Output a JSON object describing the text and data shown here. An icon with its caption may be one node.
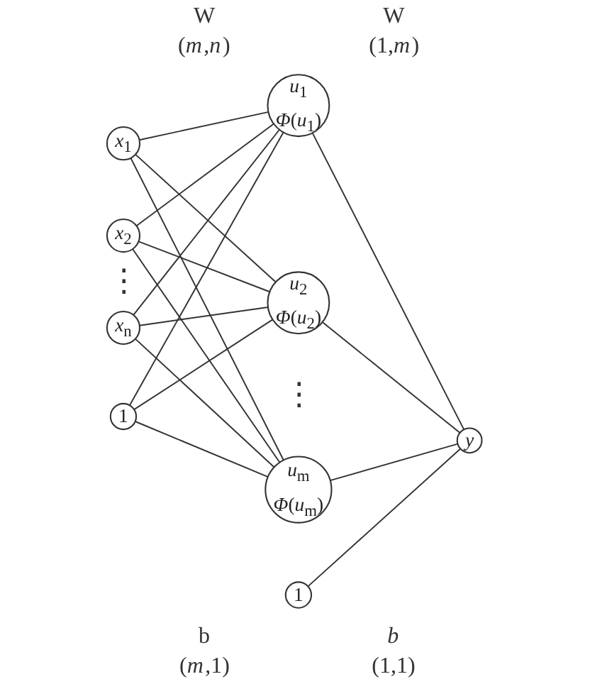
{
  "diagram": {
    "nodes": [
      {
        "text": [
          "*x*$_{1}$"
        ]
      },
      {
        "text": [
          "*x*$_{2}$"
        ]
      },
      {
        "text": [
          "*x*$_{n}$"
        ]
      },
      {
        "text": [
          "1"
        ]
      },
      {
        "text": [
          "*u*$_{1}$",
          "*Φ*(*u*$_{1}$)"
        ]
      },
      {
        "text": [
          "*u*$_{2}$",
          "*Φ*(*u*$_{2}$)"
        ]
      },
      {
        "text": [
          "*u*$_{m}$",
          "*Φ*(*u*$_{m}$)"
        ]
      },
      {
        "text": [
          "1"
        ]
      },
      {
        "text": [
          "y"
        ]
      }
    ],
    "edges": [
      {
        "from": 0,
        "to": 4,
        "arrow": "none"
      },
      {
        "from": 0,
        "to": 5,
        "arrow": "none"
      },
      {
        "from": 0,
        "to": 6,
        "arrow": "none"
      },
      {
        "from": 1,
        "to": 4,
        "arrow": "none"
      },
      {
        "from": 1,
        "to": 5,
        "arrow": "none"
      },
      {
        "from": 1,
        "to": 6,
        "arrow": "none"
      },
      {
        "from": 2,
        "to": 4,
        "arrow": "none"
      },
      {
        "from": 2,
        "to": 5,
        "arrow": "none"
      },
      {
        "from": 2,
        "to": 6,
        "arrow": "none"
      },
      {
        "from": 3,
        "to": 4,
        "arrow": "none"
      },
      {
        "from": 3,
        "to": 5,
        "arrow": "none"
      },
      {
        "from": 3,
        "to": 6,
        "arrow": "none"
      },
      {
        "from": 4,
        "to": 8,
        "arrow": "none"
      },
      {
        "from": 5,
        "to": 8,
        "arrow": "none"
      },
      {
        "from": 6,
        "to": 8,
        "arrow": "none"
      },
      {
        "from": 7,
        "to": 8,
        "arrow": "none"
      }
    ],
    "labels": [
      "W",
      "W",
      "(*m*,*n*)",
      "(1,*m*)",
      "⋮",
      "⋮",
      "b",
      "b",
      "(*m*,1)",
      "(1,1)"
    ]
  }
}
